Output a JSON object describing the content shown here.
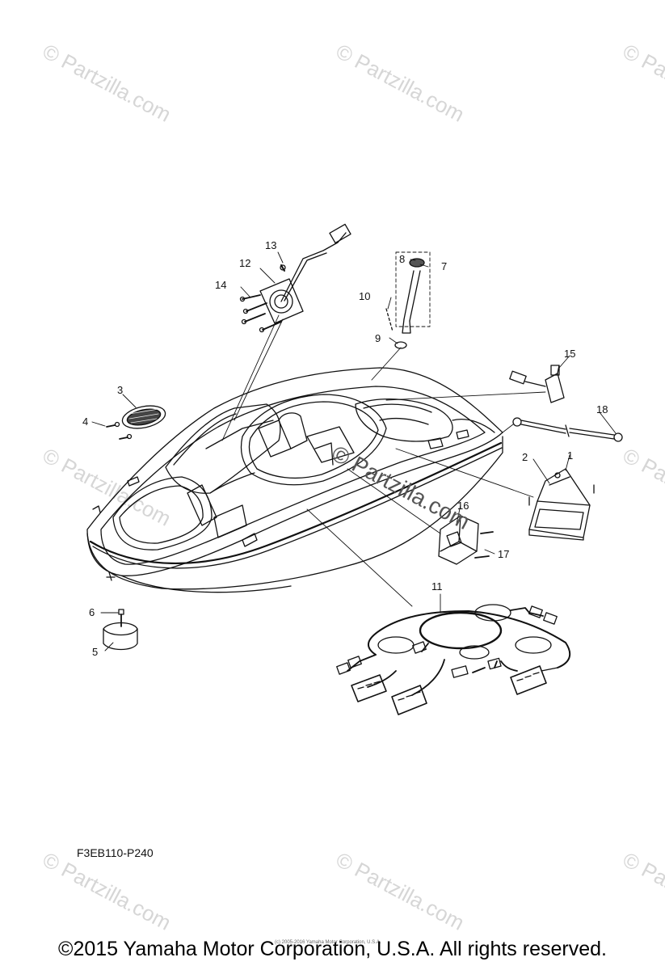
{
  "watermark_text": "© Partzilla.com",
  "center_watermark": "© Partzilla.com",
  "part_code": "F3EB110-P240",
  "copyright": "©2015 Yamaha Motor Corporation, U.S.A. All rights reserved.",
  "tiny_credit": "(c) 2005-2016 Yamaha Motor Corporation, U.S.A.",
  "callouts": {
    "c1": "1",
    "c2": "2",
    "c3": "3",
    "c4": "4",
    "c5": "5",
    "c6": "6",
    "c7": "7",
    "c8": "8",
    "c9": "9",
    "c10": "10",
    "c11": "11",
    "c12": "12",
    "c13": "13",
    "c14": "14",
    "c15": "15",
    "c16": "16",
    "c17": "17",
    "c18": "18"
  },
  "colors": {
    "line": "#111111",
    "watermark": "#d6d6d6"
  }
}
